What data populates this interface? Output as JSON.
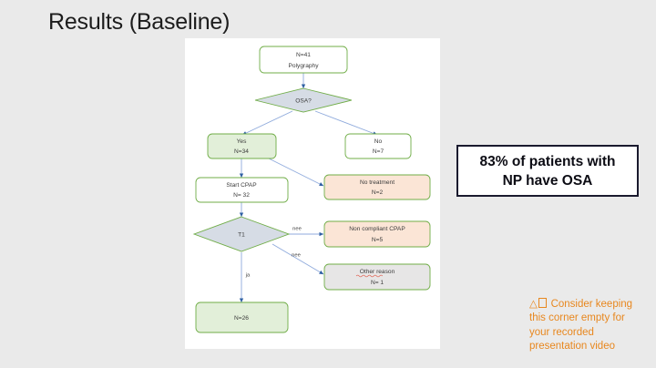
{
  "slide": {
    "title": "Results (Baseline)",
    "background_color": "#eaeaea"
  },
  "flowchart": {
    "panel_background": "#ffffff",
    "colors": {
      "green_border": "#70ad47",
      "green_fill": "#e2efd9",
      "blue_fill": "#d6dce5",
      "orange_fill": "#fbe5d6",
      "gray_fill": "#e7e6e6",
      "white_fill": "#ffffff",
      "connector": "#8faadc",
      "arrowhead": "#2e5fa3"
    },
    "nodes": [
      {
        "id": "polygraphy",
        "shape": "rounded-rect",
        "fill": "#ffffff",
        "lines": [
          "N=41",
          "Polygraphy"
        ]
      },
      {
        "id": "osa-decision",
        "shape": "diamond",
        "fill": "#d6dce5",
        "lines": [
          "OSA?"
        ]
      },
      {
        "id": "yes-34",
        "shape": "rounded-rect",
        "fill": "#e2efd9",
        "lines": [
          "Yes",
          "N=34"
        ]
      },
      {
        "id": "no-7",
        "shape": "rounded-rect",
        "fill": "#ffffff",
        "lines": [
          "No",
          "N=7"
        ]
      },
      {
        "id": "start-cpap",
        "shape": "rounded-rect",
        "fill": "#ffffff",
        "lines": [
          "Start CPAP",
          "N= 32"
        ]
      },
      {
        "id": "no-treatment",
        "shape": "rounded-rect",
        "fill": "#fbe5d6",
        "lines": [
          "No treatment",
          "N=2"
        ]
      },
      {
        "id": "t1-decision",
        "shape": "diamond",
        "fill": "#d6dce5",
        "lines": [
          "T1"
        ]
      },
      {
        "id": "non-compliant-cpap",
        "shape": "rounded-rect",
        "fill": "#fbe5d6",
        "lines": [
          "Non compliant CPAP",
          "N=5"
        ]
      },
      {
        "id": "other-reason",
        "shape": "rounded-rect",
        "fill": "#e7e6e6",
        "lines": [
          "Other reason",
          "N= 1"
        ],
        "spellcheck_underline": true
      },
      {
        "id": "final-26",
        "shape": "rounded-rect",
        "fill": "#e2efd9",
        "lines": [
          "N=26"
        ]
      }
    ],
    "edge_labels": {
      "t1_to_noncompliant": "nee",
      "t1_to_other": "nee",
      "t1_to_final": "ja"
    }
  },
  "callout": {
    "line1": "83% of patients with",
    "line2": "NP have OSA",
    "border_color": "#1a1a2e"
  },
  "corner_note": {
    "icon": "warning-triangle-icon",
    "text_line1": "Consider keeping",
    "text_line2": "this corner empty for",
    "text_line3": "your recorded",
    "text_line4": "presentation video",
    "color": "#e8871e"
  }
}
